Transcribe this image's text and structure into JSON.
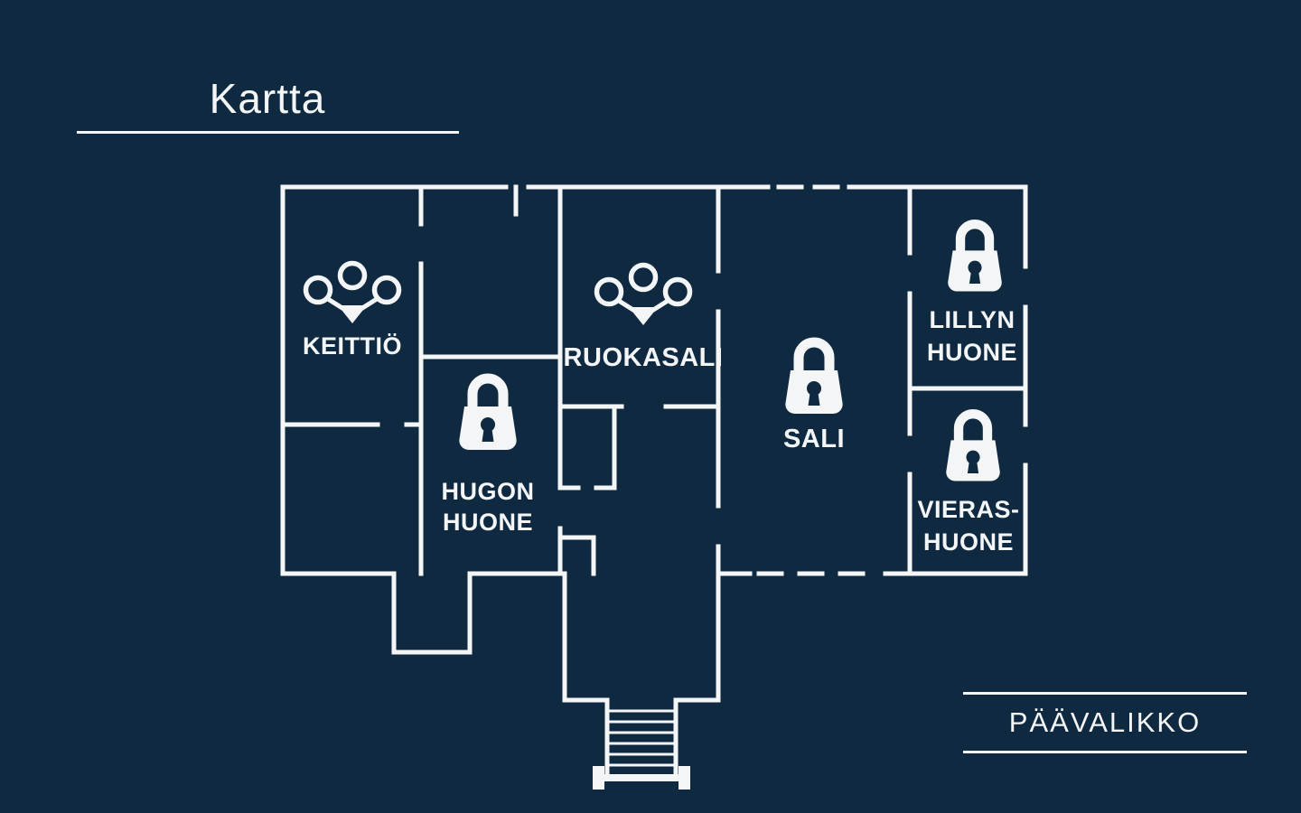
{
  "colors": {
    "background": "#0f2a40",
    "foreground": "#f3f5f6"
  },
  "header": {
    "title": "Kartta"
  },
  "menu": {
    "main_menu_label": "PÄÄVALIKKO"
  },
  "map": {
    "rooms": {
      "keittio": {
        "label": "KEITTIÖ",
        "indicator": "characters"
      },
      "ruokasali": {
        "label": "RUOKASALI",
        "indicator": "characters"
      },
      "hugon": {
        "line1": "HUGON",
        "line2": "HUONE",
        "indicator": "lock"
      },
      "sali": {
        "label": "SALI",
        "indicator": "lock"
      },
      "lillyn": {
        "line1": "LILLYN",
        "line2": "HUONE",
        "indicator": "lock"
      },
      "vieras": {
        "line1": "VIERAS-",
        "line2": "HUONE",
        "indicator": "lock"
      }
    }
  }
}
